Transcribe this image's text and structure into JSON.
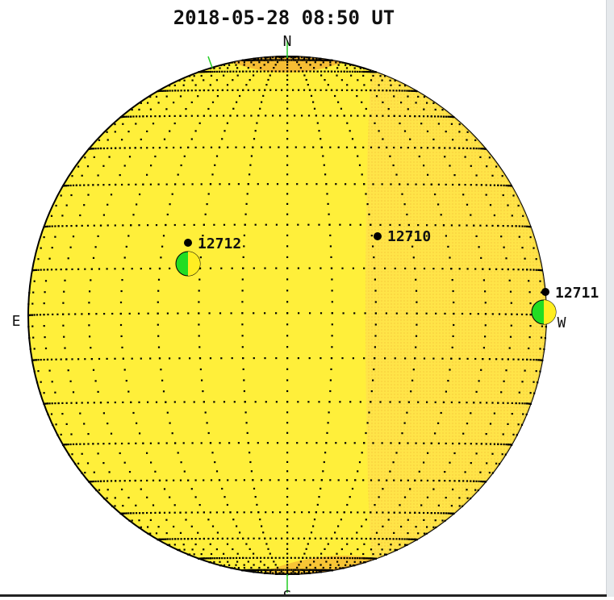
{
  "title": "2018-05-28 08:50 UT",
  "compass": {
    "north": "N",
    "east": "E",
    "west": "W",
    "south": "S"
  },
  "colors": {
    "disk_fill": "#ffef3a",
    "disk_shade": "#f7b43c",
    "grid": "#000000",
    "region_dot": "#000000",
    "sunspot_green": "#22dd22",
    "sunspot_yellow": "#ffee22",
    "axis_tick": "#22cc22"
  },
  "regions": [
    {
      "id": "12712",
      "label": "12712",
      "has_sunspot": true
    },
    {
      "id": "12710",
      "label": "12710",
      "has_sunspot": false
    },
    {
      "id": "12711",
      "label": "12711",
      "has_sunspot": true
    }
  ]
}
